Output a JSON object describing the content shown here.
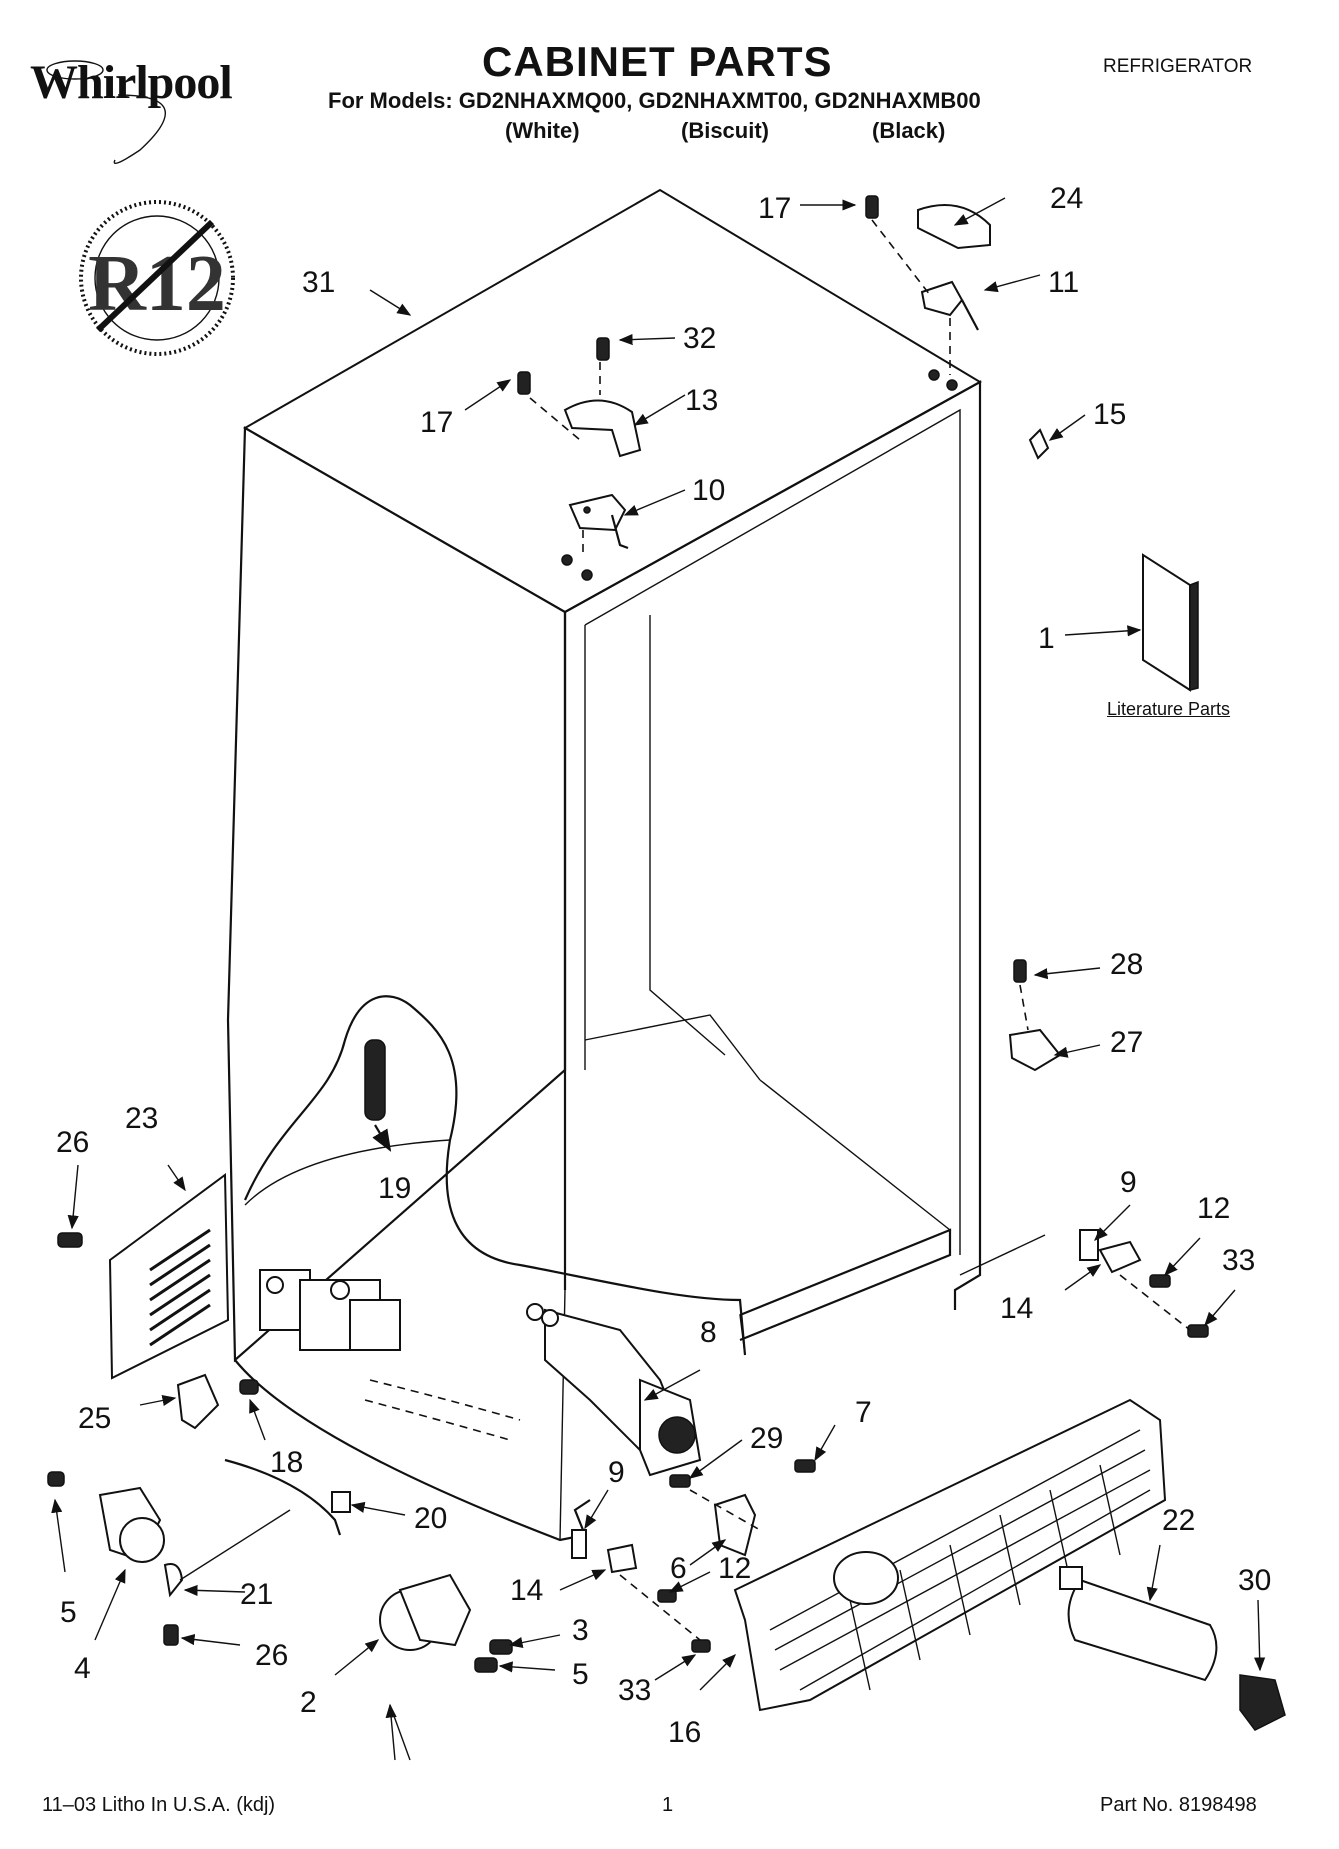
{
  "header": {
    "brand": "Whirlpool",
    "title": "CABINET PARTS",
    "models_line": "For Models: GD2NHAXMQ00, GD2NHAXMT00, GD2NHAXMB00",
    "colors": [
      "(White)",
      "(Biscuit)",
      "(Black)"
    ],
    "appliance": "REFRIGERATOR"
  },
  "badge": {
    "text": "R12"
  },
  "literature_label": "Literature Parts",
  "callouts": {
    "c1": "1",
    "c2": "2",
    "c3": "3",
    "c4": "4",
    "c5a": "5",
    "c5b": "5",
    "c6": "6",
    "c7": "7",
    "c8": "8",
    "c9a": "9",
    "c9b": "9",
    "c10": "10",
    "c11": "11",
    "c12a": "12",
    "c12b": "12",
    "c13": "13",
    "c14a": "14",
    "c14b": "14",
    "c15": "15",
    "c16": "16",
    "c17a": "17",
    "c17b": "17",
    "c18": "18",
    "c19": "19",
    "c20": "20",
    "c21": "21",
    "c22": "22",
    "c23": "23",
    "c24": "24",
    "c25": "25",
    "c26a": "26",
    "c26b": "26",
    "c27": "27",
    "c28": "28",
    "c29": "29",
    "c30": "30",
    "c31": "31",
    "c32": "32",
    "c33a": "33",
    "c33b": "33"
  },
  "footer": {
    "left": "11–03 Litho In U.S.A. (kdj)",
    "center": "1",
    "right": "Part No. 8198498"
  }
}
